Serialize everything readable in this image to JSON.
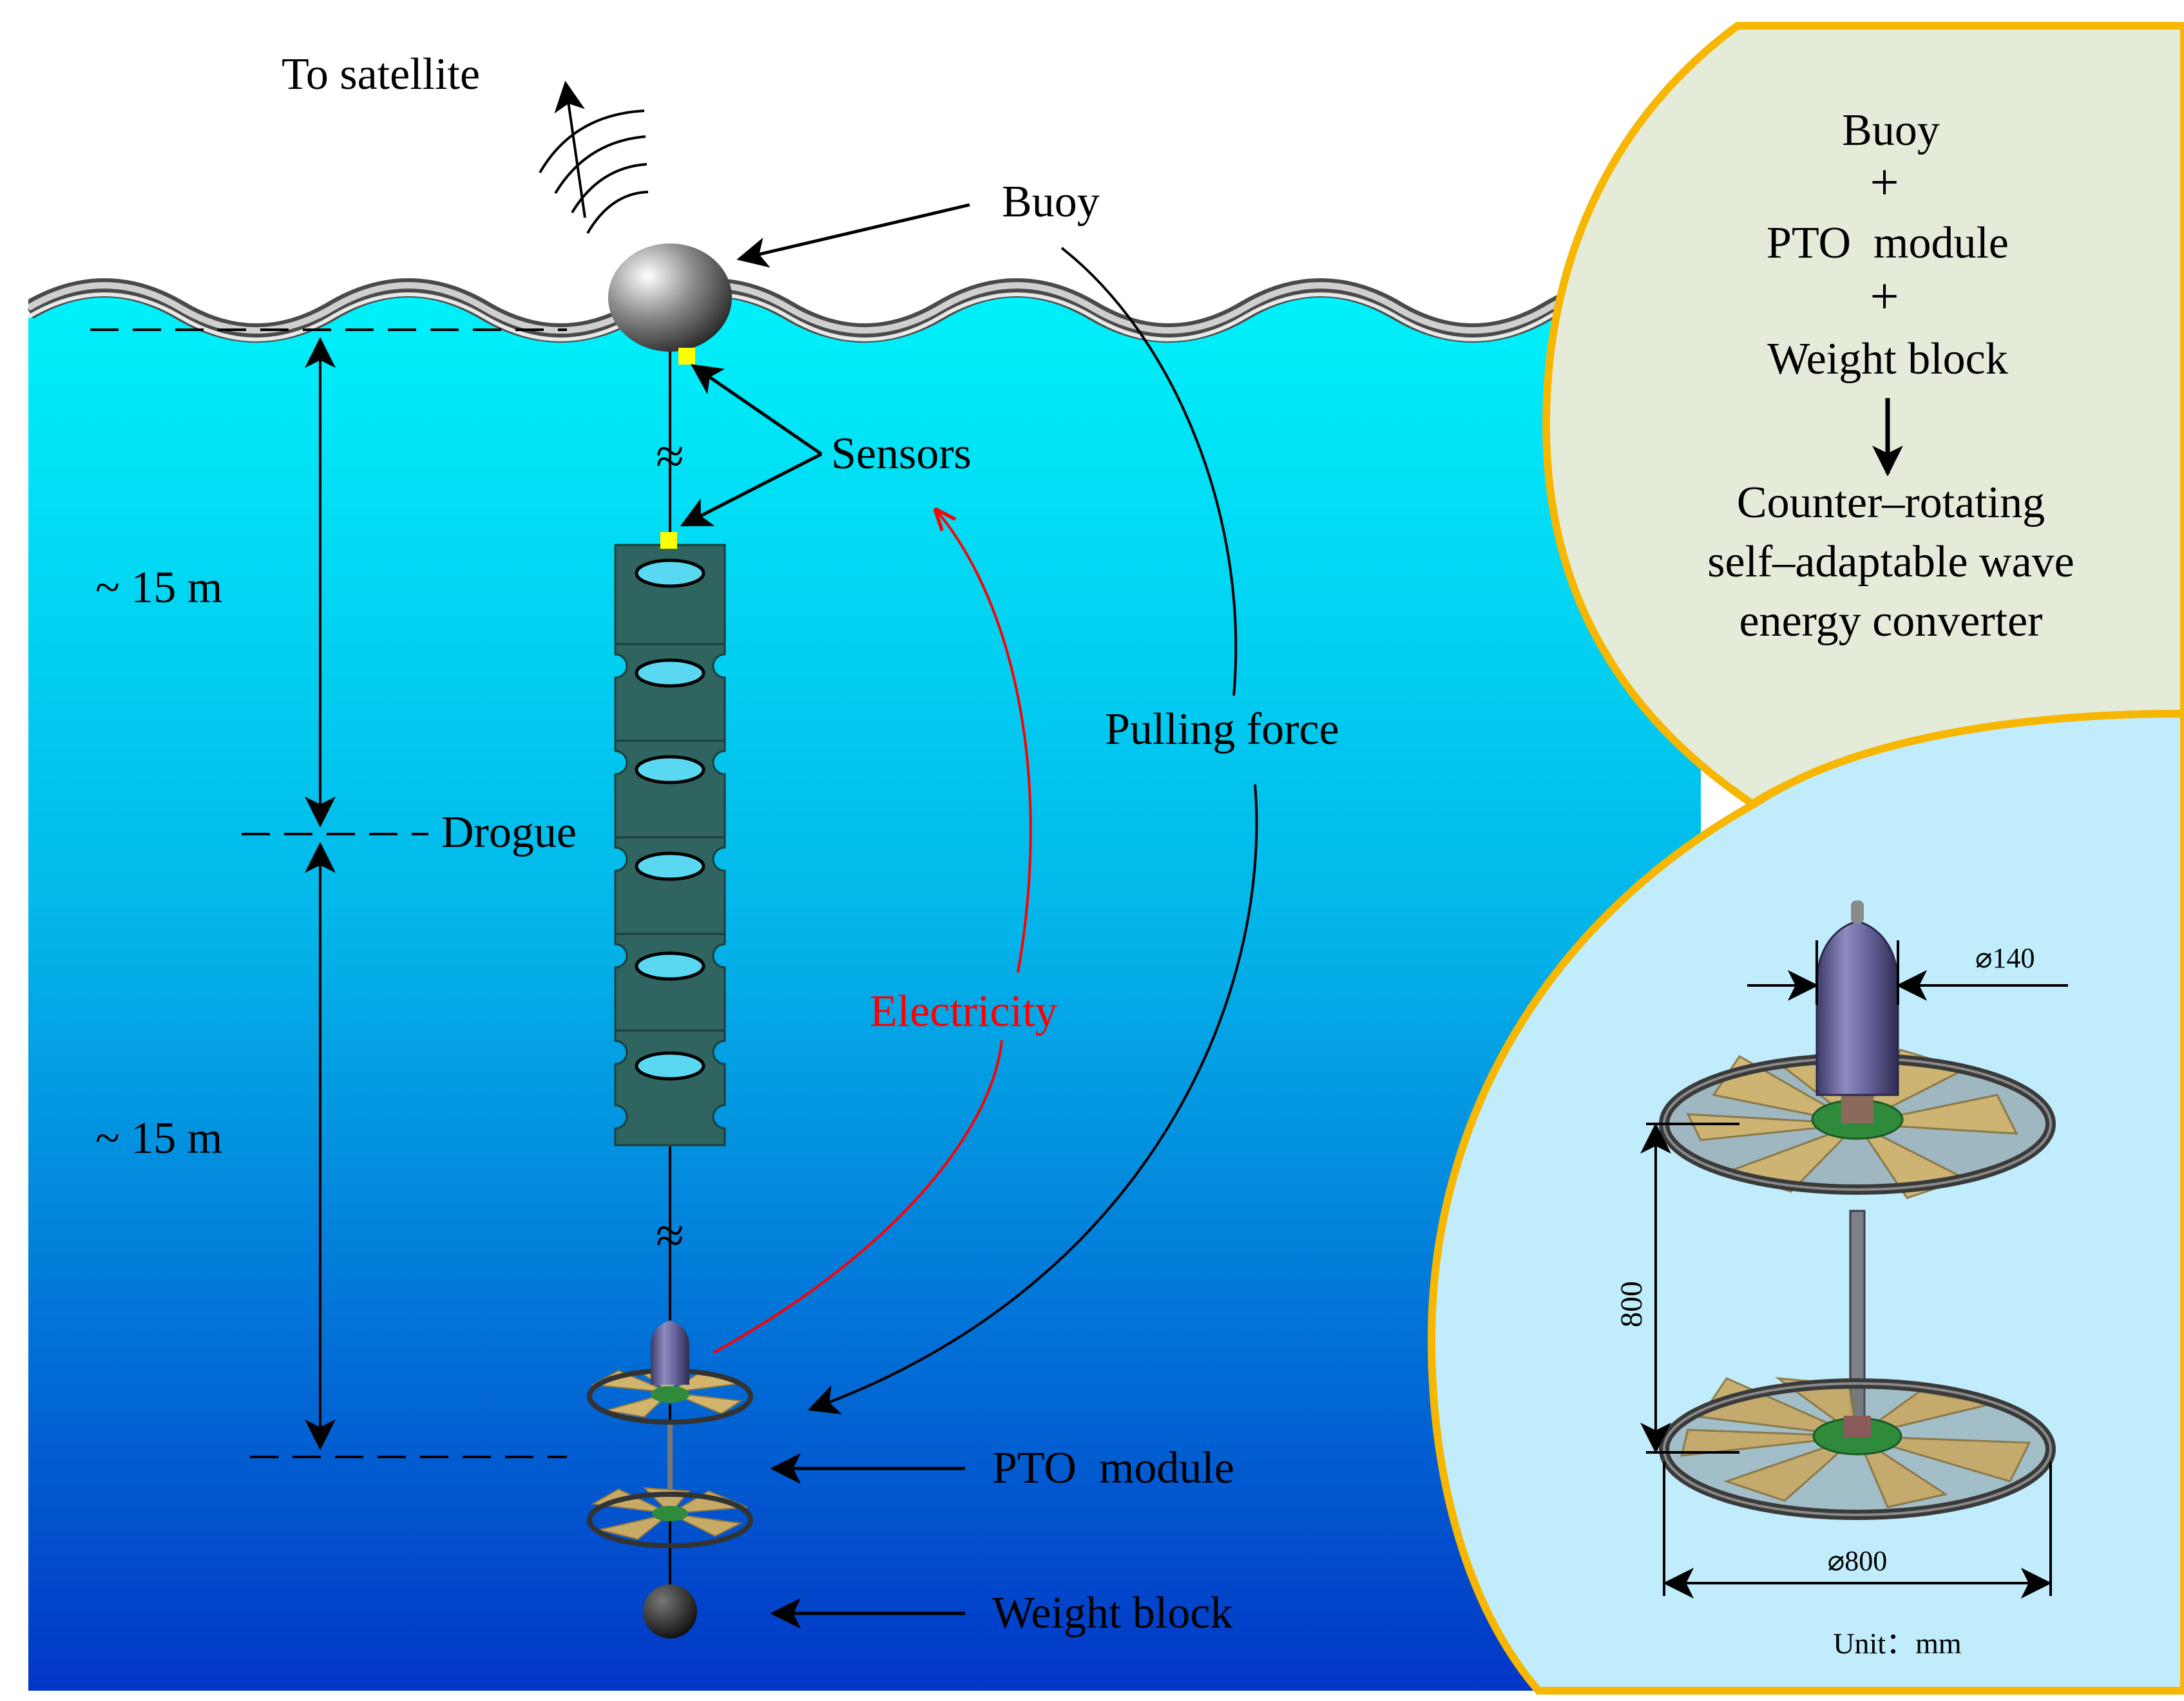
{
  "labels": {
    "to_satellite": "To satellite",
    "buoy": "Buoy",
    "sensors": "Sensors",
    "drogue": "Drogue",
    "pulling_force": "Pulling force",
    "electricity": "Electricity",
    "pto_module": "PTO  module",
    "weight_block": "Weight block",
    "depth_upper": "~ 15 m",
    "depth_lower": "~ 15 m",
    "break_mark": "≈"
  },
  "composition": {
    "line1": "Buoy",
    "plus1": "+",
    "line2": "PTO  module",
    "plus2": "+",
    "line3": "Weight block",
    "result_line1": "Counter–rotating",
    "result_line2": "self–adaptable wave",
    "result_line3": "energy converter"
  },
  "detail": {
    "dim_top_diameter": "⌀140",
    "dim_height": "800",
    "dim_rotor_diameter": "⌀800",
    "unit": "Unit：mm"
  },
  "colors": {
    "water_top": "#00eefa",
    "water_mid": "#02a6e6",
    "water_bottom": "#0238c8",
    "composition_fill": "#e4ebd9",
    "detail_fill": "#c1ecfb",
    "frame_stroke": "#f7b600",
    "drogue": "#2f6460",
    "sensor": "#ffff00",
    "electricity": "#ff0000",
    "blade": "#d2b46c",
    "hub": "#2f8a3c",
    "capsule": "#5c5a88"
  }
}
